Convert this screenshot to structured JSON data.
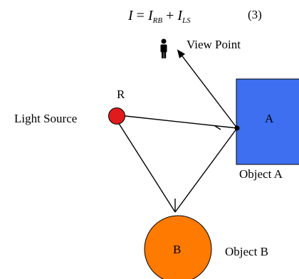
{
  "equation": {
    "lhs": "I",
    "equals": " = ",
    "term1_base": "I",
    "term1_sub": "RB",
    "plus": " + ",
    "term2_base": "I",
    "term2_sub": "LS",
    "number": "(3)"
  },
  "labels": {
    "view_point": "View Point",
    "light_source": "Light Source",
    "light_letter": "R",
    "object_a_letter": "A",
    "object_a_caption": "Object A",
    "object_b_letter": "B",
    "object_b_caption": "Object B"
  },
  "colors": {
    "object_a_fill": "#3d6ff0",
    "object_b_fill": "#ff7a00",
    "light_fill": "#e01b1b",
    "line": "#000000"
  },
  "icons": {
    "viewer": "person-icon"
  }
}
